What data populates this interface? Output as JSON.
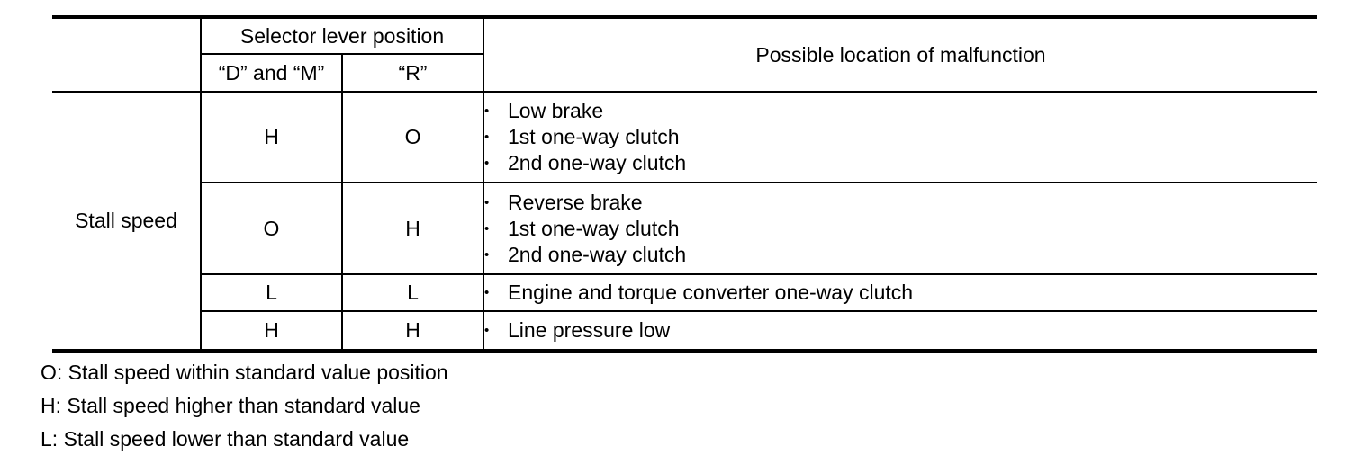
{
  "table": {
    "selector_header": "Selector lever position",
    "malfunction_header": "Possible location of malfunction",
    "sub_headers": [
      "“D” and “M”",
      "“R”"
    ],
    "row_label": "Stall speed",
    "bullet_glyph": "•",
    "rows": [
      {
        "dm": "H",
        "r": "O",
        "causes": [
          "Low brake",
          "1st one-way clutch",
          "2nd one-way clutch"
        ]
      },
      {
        "dm": "O",
        "r": "H",
        "causes": [
          "Reverse brake",
          "1st one-way clutch",
          "2nd one-way clutch"
        ]
      },
      {
        "dm": "L",
        "r": "L",
        "causes": [
          "Engine and torque converter one-way clutch"
        ]
      },
      {
        "dm": "H",
        "r": "H",
        "causes": [
          "Line pressure low"
        ]
      }
    ]
  },
  "notes": [
    "O: Stall speed within standard value position",
    "H: Stall speed higher than standard value",
    "L: Stall speed lower than standard value"
  ]
}
